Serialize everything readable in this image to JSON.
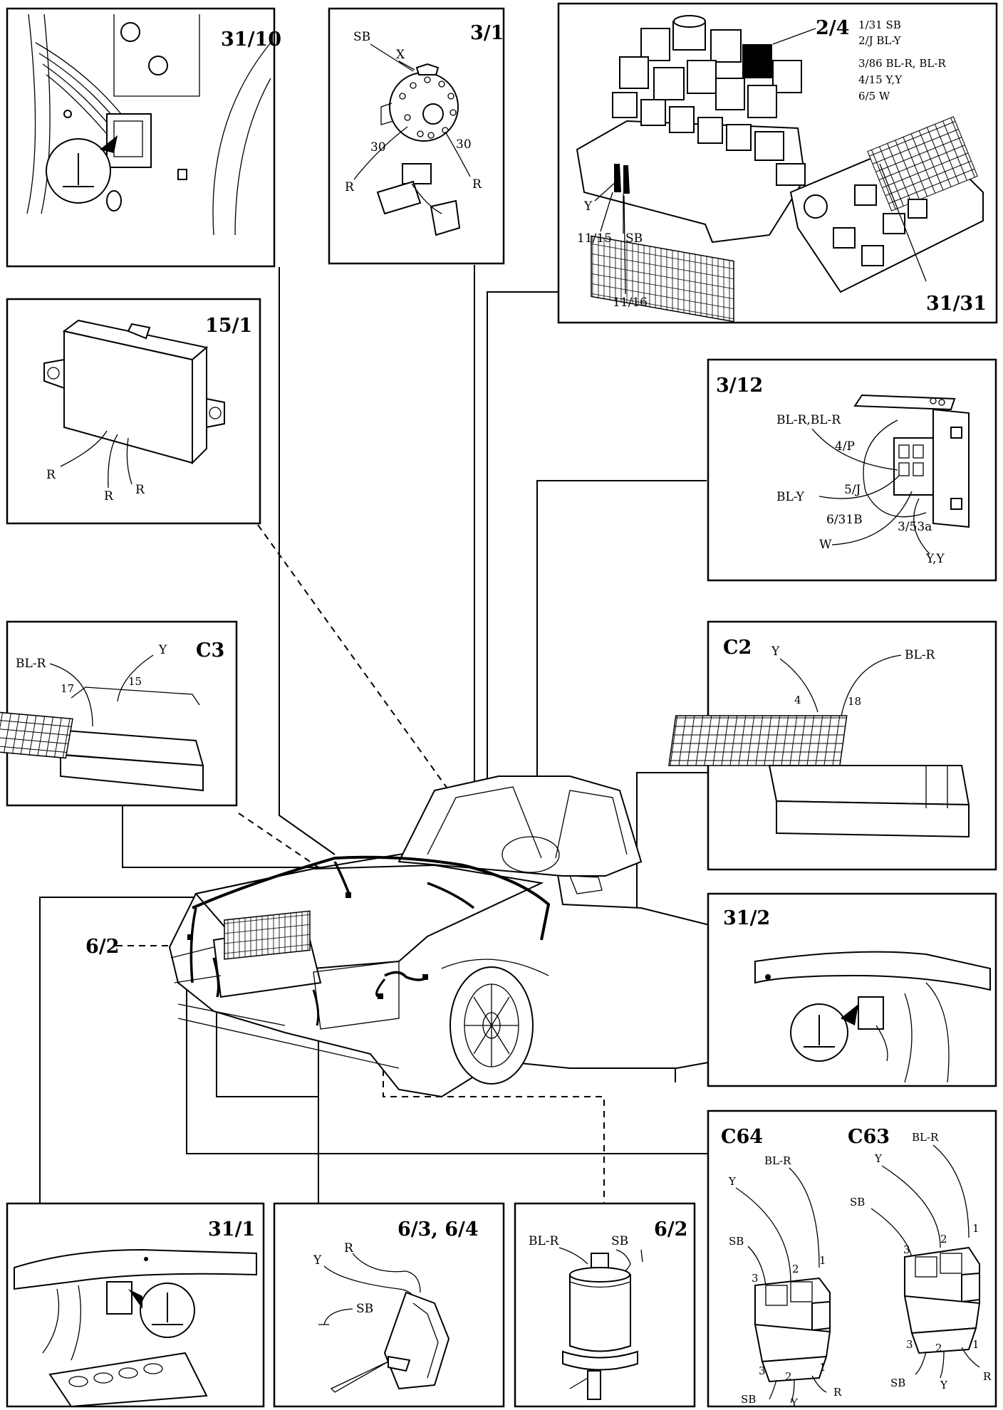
{
  "panels": {
    "p31_10": {
      "title": "31/10"
    },
    "p3_1": {
      "title": "3/1",
      "labels": {
        "sb": "SB",
        "x": "X",
        "n30a": "30",
        "n30b": "30",
        "ra": "R",
        "rb": "R"
      }
    },
    "p2_4": {
      "title": "2/4",
      "title2": "31/31",
      "legend": [
        "1/31 SB",
        "2/J BL-Y",
        "3/86 BL-R, BL-R",
        "4/15 Y,Y",
        "6/5 W"
      ],
      "labels": {
        "y": "Y",
        "t1115": "11/15",
        "sb": "SB",
        "t1116": "11/16"
      }
    },
    "p15_1": {
      "title": "15/1",
      "labels": {
        "r1": "R",
        "r2": "R",
        "r3": "R"
      }
    },
    "p3_12": {
      "title": "3/12",
      "labels": {
        "blrblr": "BL-R,BL-R",
        "p4": "4/P",
        "bly": "BL-Y",
        "j5": "5/J",
        "b631": "6/31B",
        "w": "W",
        "a353": "3/53a",
        "yy": "Y,Y"
      }
    },
    "pC3": {
      "title": "C3",
      "labels": {
        "blr": "BL-R",
        "y": "Y",
        "n17": "17",
        "n15": "15"
      }
    },
    "pC2": {
      "title": "C2",
      "labels": {
        "y": "Y",
        "blr": "BL-R",
        "n4": "4",
        "n18": "18"
      }
    },
    "p6_2_left": {
      "title": "6/2"
    },
    "p31_2": {
      "title": "31/2"
    },
    "pC64": {
      "title": "C64",
      "labels": {
        "blr": "BL-R",
        "y": "Y",
        "sb": "SB",
        "n1": "1",
        "n2": "2",
        "n3": "3",
        "b3": "3",
        "b2": "2",
        "b1": "1",
        "bsb": "SB",
        "by": "Y",
        "br": "R"
      }
    },
    "pC63": {
      "title": "C63",
      "labels": {
        "blr": "BL-R",
        "y": "Y",
        "sb": "SB",
        "n1": "1",
        "n2": "2",
        "n3": "3",
        "b3": "3",
        "b2": "2",
        "b1": "1",
        "bsb": "SB",
        "by": "Y",
        "br": "R"
      }
    },
    "p31_1": {
      "title": "31/1"
    },
    "p6_3": {
      "title": "6/3, 6/4",
      "labels": {
        "y": "Y",
        "r": "R",
        "sb": "SB"
      }
    },
    "p6_2": {
      "title": "6/2",
      "labels": {
        "blr": "BL-R",
        "sb": "SB"
      }
    }
  },
  "icons": {
    "ground": "ground-symbol-icon"
  }
}
